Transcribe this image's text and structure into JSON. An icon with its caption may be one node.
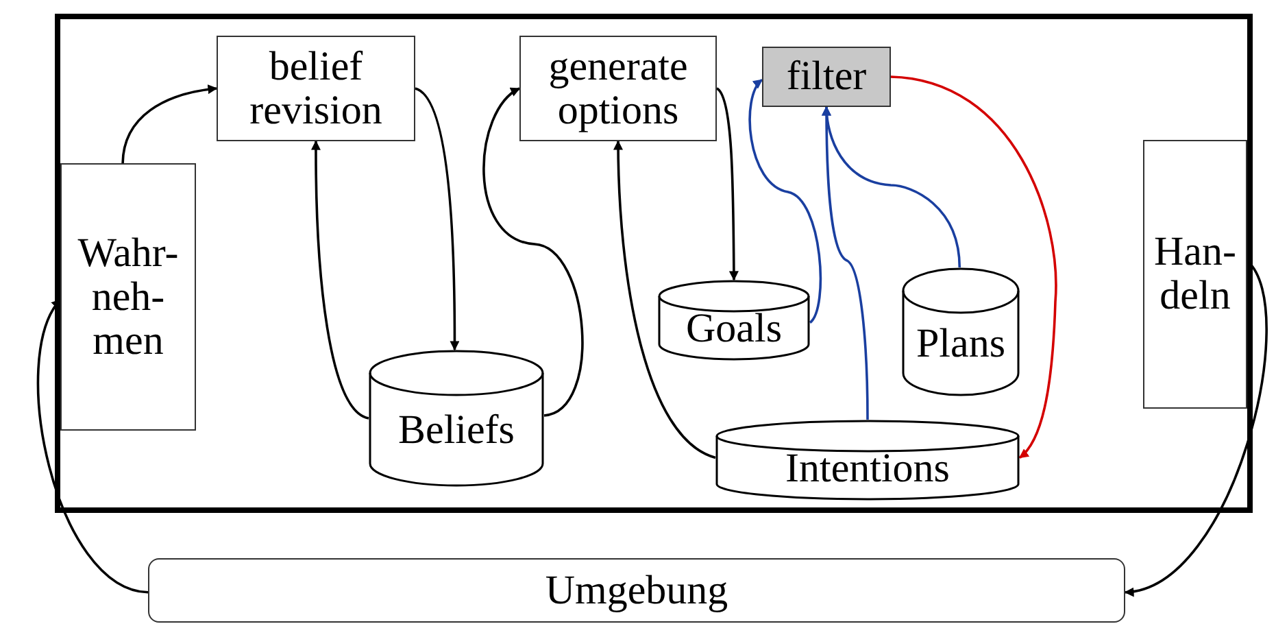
{
  "diagram": {
    "nodes": [
      {
        "text": [],
        "shape": "box"
      },
      {
        "text": [
          "Wahr- neh- men"
        ],
        "in": 0
      },
      {
        "text": [
          "belief revision"
        ],
        "in": 0
      },
      {
        "text": [
          "generate options"
        ],
        "in": 0
      },
      {
        "text": [
          "filter"
        ],
        "in": 0
      },
      {
        "text": [
          "Han- deln"
        ],
        "in": 0
      },
      {
        "text": [
          "Goals"
        ],
        "in": 0
      },
      {
        "text": [
          "Plans"
        ],
        "in": 0
      },
      {
        "text": [
          "Beliefs"
        ],
        "in": 0
      },
      {
        "text": [
          "Intentions"
        ],
        "in": 0
      },
      {
        "text": [
          "Umgebung"
        ]
      }
    ],
    "edges": [
      {
        "from": 1,
        "to": 2,
        "arrow": "to"
      },
      {
        "from": 2,
        "to": 8,
        "arrow": "to"
      },
      {
        "from": 8,
        "to": 2,
        "arrow": "to"
      },
      {
        "from": 8,
        "to": 3,
        "arrow": "to"
      },
      {
        "from": 3,
        "to": 6,
        "arrow": "to"
      },
      {
        "from": 9,
        "to": 3,
        "arrow": "to"
      },
      {
        "from": 6,
        "to": 4,
        "arrow": "to",
        "color": "#1a3fa0"
      },
      {
        "from": 9,
        "to": 4,
        "arrow": "to",
        "color": "#1a3fa0"
      },
      {
        "from": 7,
        "to": 4,
        "arrow": "to",
        "color": "#1a3fa0"
      },
      {
        "from": 4,
        "to": 9,
        "arrow": "to",
        "color": "#d40000"
      },
      {
        "from": 5,
        "to": 10,
        "arrow": "to"
      },
      {
        "from": 10,
        "to": 1,
        "arrow": "to"
      }
    ]
  }
}
